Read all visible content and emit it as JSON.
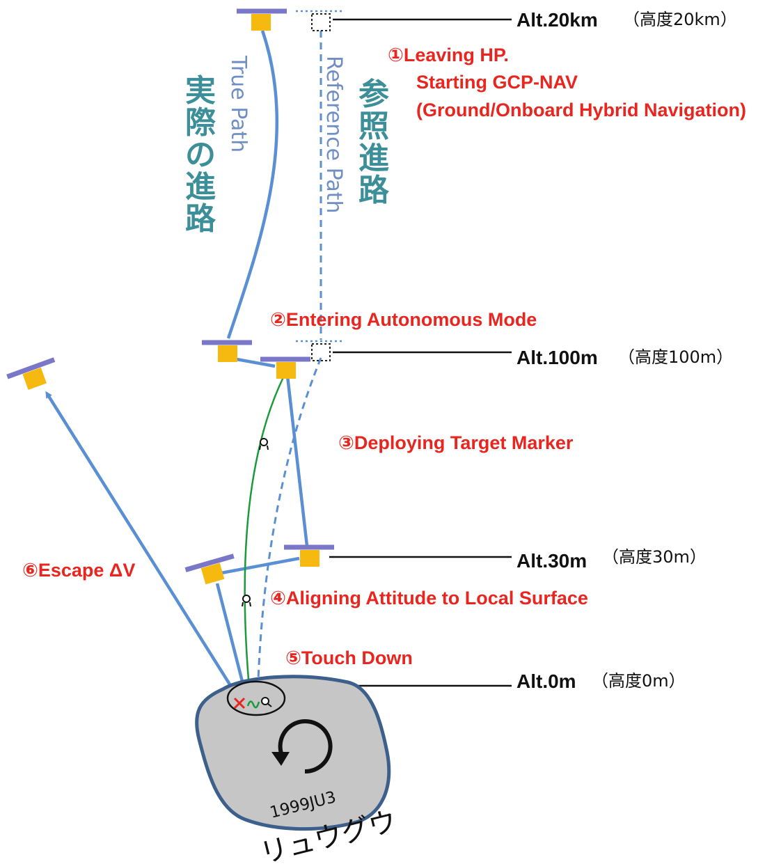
{
  "altitudes": [
    {
      "label": "Alt.20km",
      "label_jp": "（高度20km）"
    },
    {
      "label": "Alt.100m",
      "label_jp": "（高度100m）"
    },
    {
      "label": "Alt.30m",
      "label_jp": "（高度30m）"
    },
    {
      "label": "Alt.0m",
      "label_jp": "（高度0m）"
    }
  ],
  "steps": [
    {
      "lines": [
        "①Leaving HP.",
        "Starting GCP-NAV",
        "(Ground/Onboard Hybrid Navigation)"
      ]
    },
    {
      "lines": [
        "②Entering Autonomous Mode"
      ]
    },
    {
      "lines": [
        "③Deploying Target Marker"
      ]
    },
    {
      "lines": [
        "④Aligning Attitude to Local Surface"
      ]
    },
    {
      "lines": [
        "⑤Touch Down"
      ]
    },
    {
      "lines": [
        "⑥Escape ΔV"
      ]
    }
  ],
  "paths": {
    "true_path_label": "True Path",
    "true_path_jp": "実際の進路",
    "reference_path_label": "Reference Path",
    "reference_path_jp": "参照進路"
  },
  "asteroid": {
    "designation": "1999JU3",
    "name_jp": "リュウグウ"
  },
  "colors": {
    "trajectory": "#5b8fd3",
    "spacecraft_body": "#f6b90f",
    "solar_panel": "#7a77c8",
    "step_text": "#e8251f",
    "path_jp_text": "#3c8f98",
    "asteroid_fill": "#c6c6c6",
    "asteroid_outline": "#3d5f8c",
    "marker_path": "#1a9a3a"
  }
}
